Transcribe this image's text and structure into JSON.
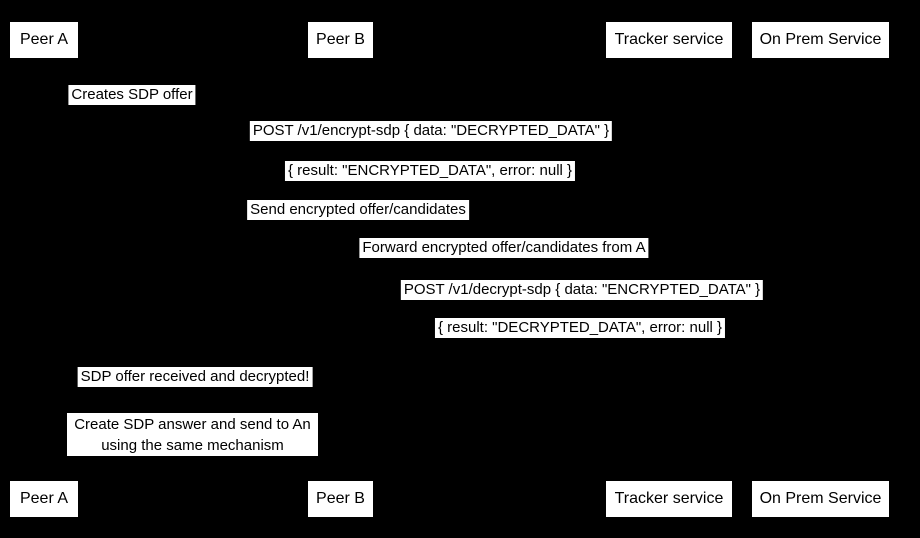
{
  "diagram": {
    "participants": [
      "Peer A",
      "Peer B",
      "Tracker service",
      "On Prem Service"
    ],
    "messages": [
      "Creates SDP offer",
      "POST /v1/encrypt-sdp { data: \"DECRYPTED_DATA\" }",
      "{ result: \"ENCRYPTED_DATA\", error: null }",
      "Send encrypted offer/candidates",
      "Forward encrypted offer/candidates from A",
      "POST /v1/decrypt-sdp { data: \"ENCRYPTED_DATA\" }",
      "{ result: \"DECRYPTED_DATA\", error: null }",
      "SDP offer received and decrypted!"
    ],
    "note": [
      "Create SDP answer and send to An",
      "using the same mechanism"
    ],
    "colors": {
      "background": "#000000",
      "label_fill": "#ffffff",
      "label_text": "#000000"
    }
  }
}
